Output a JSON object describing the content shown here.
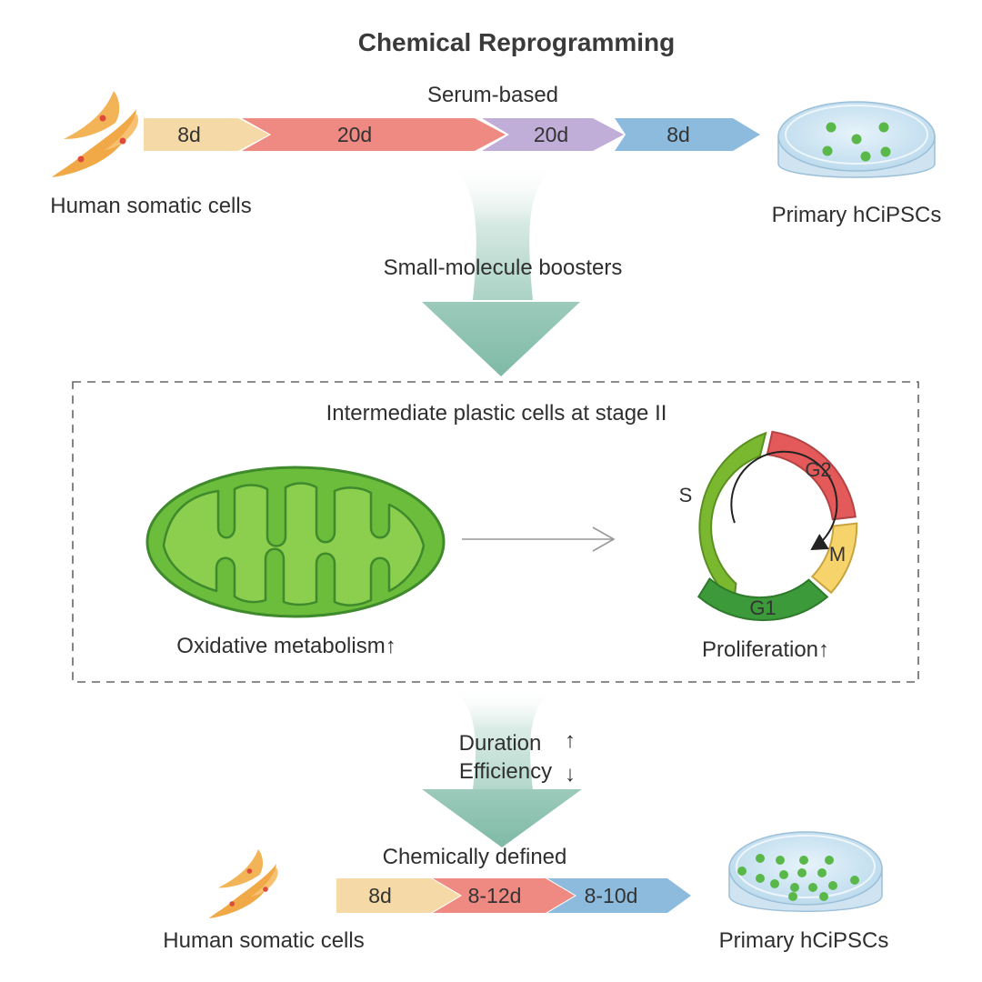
{
  "title": "Chemical Reprogramming",
  "serum": {
    "label": "Serum-based",
    "segments": [
      "8d",
      "20d",
      "20d",
      "8d"
    ],
    "start_label": "Human somatic cells",
    "end_label": "Primary hCiPSCs"
  },
  "boosters_label": "Small-molecule boosters",
  "intermediate": {
    "title": "Intermediate plastic cells at stage II",
    "oxidative_label": "Oxidative metabolism↑",
    "proliferation_label": "Proliferation↑",
    "cell_cycle": [
      "S",
      "G2",
      "M",
      "G1"
    ]
  },
  "changes": {
    "duration": "Duration",
    "duration_arrow": "↑",
    "efficiency": "Efficiency",
    "efficiency_arrow": "↓"
  },
  "chemical": {
    "label": "Chemically defined",
    "segments": [
      "8d",
      "8-12d",
      "8-10d"
    ],
    "start_label": "Human somatic cells",
    "end_label": "Primary hCiPSCs"
  },
  "colors": {
    "tan": "#f5d9a6",
    "salmon": "#ee8a82",
    "lavender": "#c1aed8",
    "blue": "#8dbbdd",
    "green_dark": "#3d9a3a",
    "green_light": "#7ab82f",
    "red": "#e4595a",
    "yellow": "#f7d36b"
  }
}
